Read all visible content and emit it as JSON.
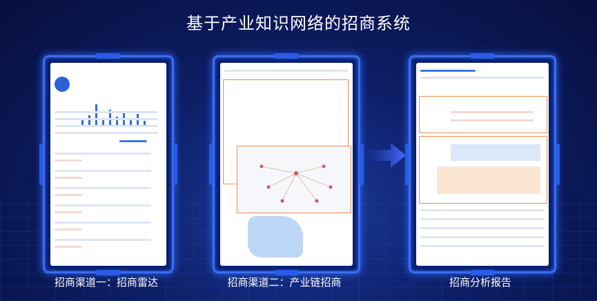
{
  "title": "基于产业知识网络的招商系统",
  "captions": [
    "招商渠道一：招商雷达",
    "招商渠道二：产业链招商",
    "招商分析报告"
  ],
  "accent_color": "#3b6df0"
}
